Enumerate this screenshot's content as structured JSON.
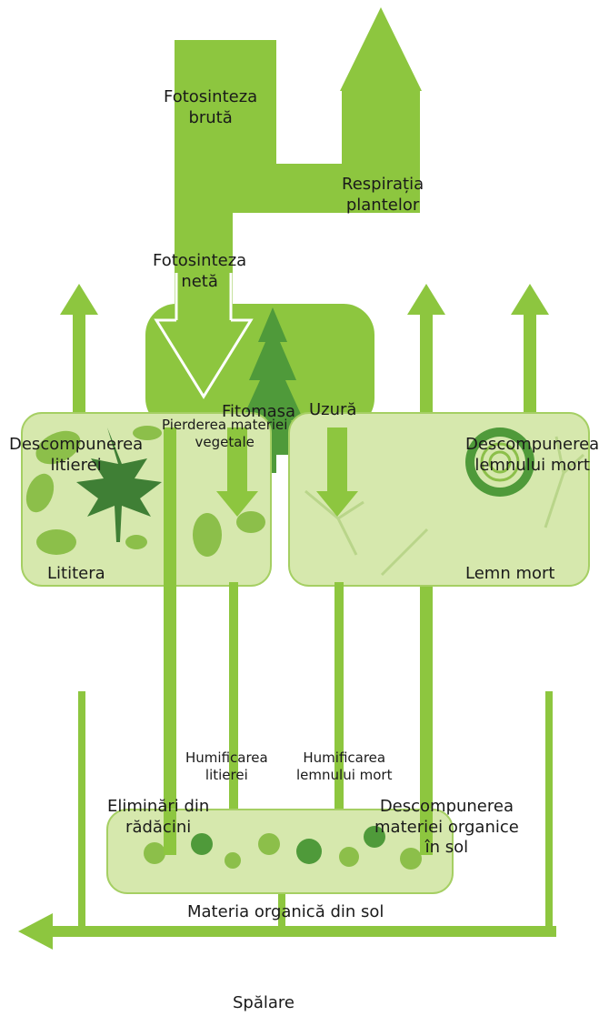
{
  "labels": {
    "gross_photosynthesis": [
      "Fotosinteza",
      "brută"
    ],
    "plant_respiration": [
      "Respirația",
      "plantelor"
    ],
    "net_photosynthesis": [
      "Fotosinteza",
      "netă"
    ],
    "litter_decomposition": [
      "Descompunerea",
      "litierei"
    ],
    "deadwood_decomposition": [
      "Descompunerea",
      "lemnului mort"
    ],
    "phytomass": "Fitomasa",
    "wear": "Uzură",
    "plant_matter_loss": [
      "Pierderea materiei",
      "vegetale"
    ],
    "litter": "Lititera",
    "dead_wood": "Lemn mort",
    "litter_humification": [
      "Humificarea",
      "litierei"
    ],
    "deadwood_humification": [
      "Humificarea",
      "lemnului mort"
    ],
    "root_exudates": [
      "Eliminări din",
      "rădăcini"
    ],
    "soil_om_decomposition": [
      "Descompunerea",
      "materiei organice",
      "în sol"
    ],
    "soil_organic_matter": "Materia organică din sol",
    "leaching": "Spălare"
  },
  "colors": {
    "arrow": "#8dc63f",
    "box_dark": "#8dc63f",
    "box_light": "#d6e8ad",
    "box_border": "#a5cf63",
    "tree": "#4f9a3a",
    "leaf": "#8cbf4a",
    "maple": "#3f7f35"
  }
}
